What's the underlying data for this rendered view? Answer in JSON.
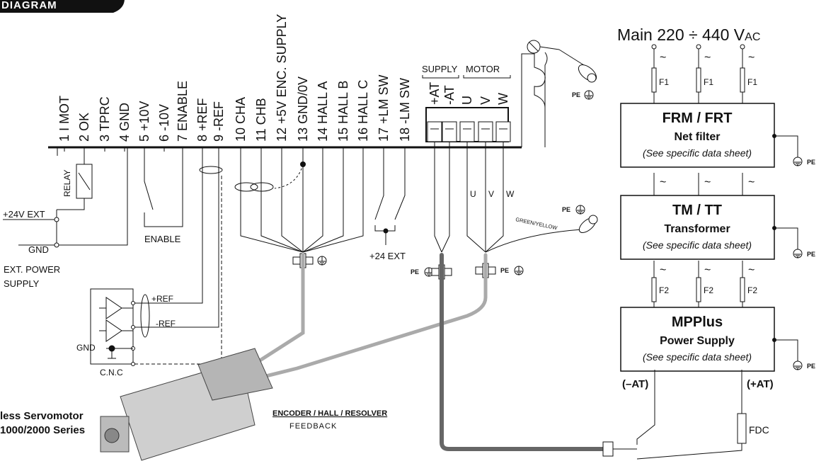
{
  "header": {
    "title_fragment": "DIAGRAM"
  },
  "connector_pins": [
    {
      "n": "1",
      "label": "1 I MOT"
    },
    {
      "n": "2",
      "label": "2 OK"
    },
    {
      "n": "3",
      "label": "3 TPRC"
    },
    {
      "n": "4",
      "label": "4 GND"
    },
    {
      "n": "5",
      "label": "5 +10V"
    },
    {
      "n": "6",
      "label": "6 -10V"
    },
    {
      "n": "7",
      "label": "7 ENABLE"
    },
    {
      "n": "8",
      "label": "8 +REF"
    },
    {
      "n": "9",
      "label": "9 -REF"
    },
    {
      "n": "10",
      "label": "10 CHA"
    },
    {
      "n": "11",
      "label": "11 CHB"
    },
    {
      "n": "12",
      "label": "12 +5V ENC. SUPPLY"
    },
    {
      "n": "13",
      "label": "13 GND/0V"
    },
    {
      "n": "14",
      "label": "14 HALL A"
    },
    {
      "n": "15",
      "label": "15 HALL B"
    },
    {
      "n": "16",
      "label": "16 HALL C"
    },
    {
      "n": "17",
      "label": "17 +LM SW"
    },
    {
      "n": "18",
      "label": "18 -LM SW"
    }
  ],
  "terminal_block": {
    "group_supply": "SUPPLY",
    "group_motor": "MOTOR",
    "terminals": [
      "+AT",
      "-AT",
      "U",
      "V",
      "W"
    ]
  },
  "left_io": {
    "relay": "RELAY",
    "v24_ext": "+24V EXT",
    "gnd": "GND",
    "ext_power_supply_line1": "EXT. POWER",
    "ext_power_supply_line2": "SUPPLY",
    "enable": "ENABLE",
    "plus_24_ext": "+24 EXT"
  },
  "cnc": {
    "plus_ref": "+REF",
    "minus_ref": "-REF",
    "gnd": "GND",
    "label": "C.N.C"
  },
  "motor_wires": {
    "u": "U",
    "v": "V",
    "w": "W",
    "green_yellow": "GREEN/YELLOW"
  },
  "pe_label": "PE",
  "mains": {
    "title": "Main  220 ÷ 440 V",
    "title_sub": "AC",
    "phase_symbol": "~"
  },
  "fuses": {
    "f1": "F1",
    "f2": "F2",
    "fdc": "FDC"
  },
  "blocks": [
    {
      "title": "FRM / FRT",
      "subtitle": "Net filter",
      "note": "(See specific data sheet)"
    },
    {
      "title": "TM / TT",
      "subtitle": "Transformer",
      "note": "(See specific data sheet)"
    },
    {
      "title": "MPPlus",
      "subtitle": "Power Supply",
      "note": "(See specific data sheet)"
    }
  ],
  "supply_outputs": {
    "minus_at": "(–AT)",
    "plus_at": "(+AT)"
  },
  "motor": {
    "title_line1": "less Servomotor",
    "title_line2": "1000/2000 Series"
  },
  "feedback": {
    "line1": "ENCODER / HALL / RESOLVER",
    "line2": "FEEDBACK"
  }
}
